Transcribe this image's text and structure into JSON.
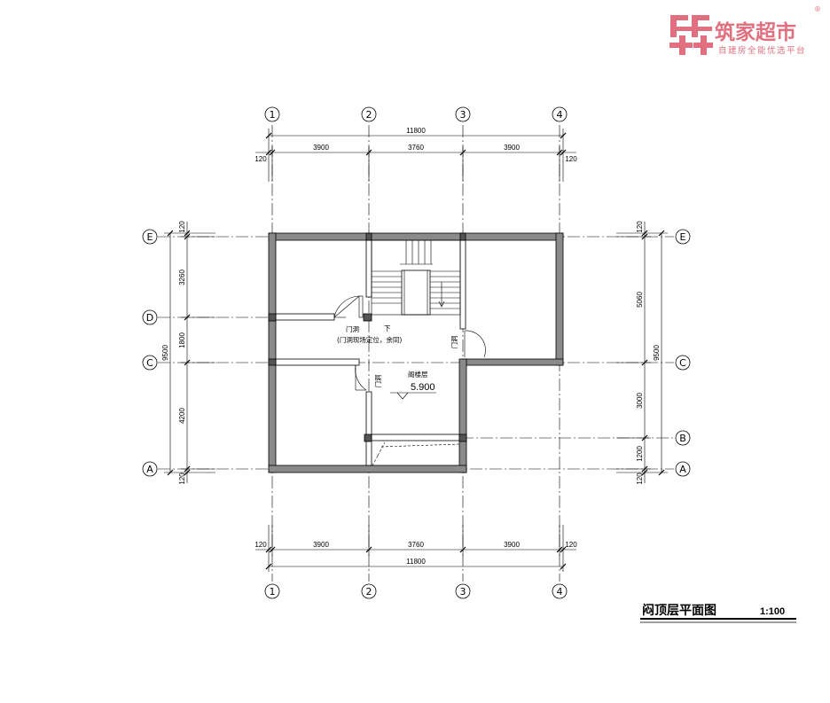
{
  "logo": {
    "brand": "筑家超市",
    "registered": "®",
    "tagline": "自建房全能优选平台",
    "color": "#e0707f"
  },
  "title": {
    "text": "闷顶层平面图",
    "scale": "1:100"
  },
  "axes": {
    "columns": [
      "1",
      "2",
      "3",
      "4"
    ],
    "rows": [
      "A",
      "B",
      "C",
      "D",
      "E"
    ]
  },
  "dimensions": {
    "overall_width": "11800",
    "bays": [
      "3900",
      "3760",
      "3900"
    ],
    "wall_offset": "120",
    "left_overall": "9500",
    "left_segments": [
      "3260",
      "1800",
      "4200"
    ],
    "right_overall": "9500",
    "right_segments": [
      "5060",
      "3000",
      "1200"
    ]
  },
  "labels": {
    "opening": "门洞",
    "opening_note": "(门洞现场定位，余同)",
    "down": "下",
    "room": "阁楼层",
    "elevation": "5.900",
    "door_a": "门洞",
    "door_b": "门洞"
  }
}
